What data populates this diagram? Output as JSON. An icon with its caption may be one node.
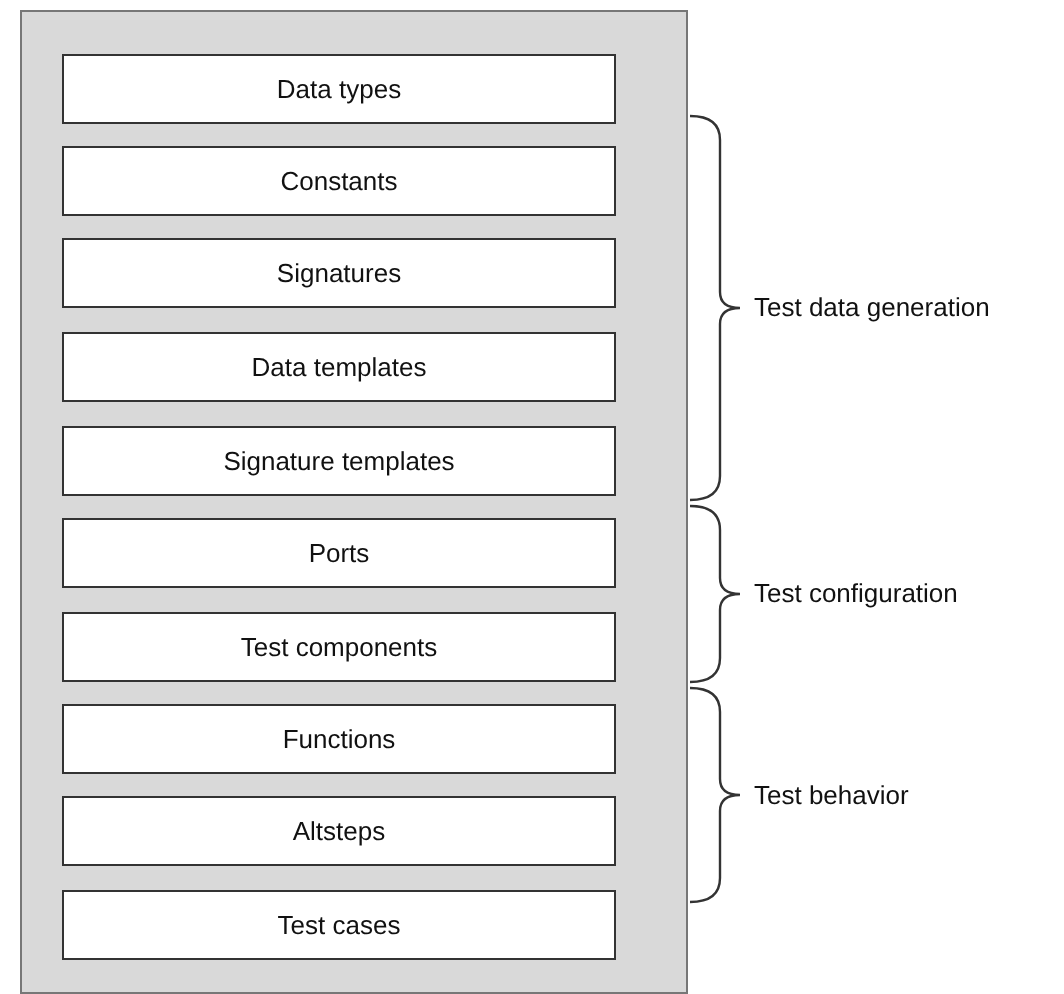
{
  "diagram": {
    "nodes": [
      {
        "text": [],
        "shape": "box"
      },
      {
        "text": [
          "Data types"
        ],
        "in": 0
      },
      {
        "text": [
          "Constants"
        ],
        "in": 0
      },
      {
        "text": [
          "Signatures"
        ],
        "in": 0
      },
      {
        "text": [
          "Data templates"
        ],
        "in": 0
      },
      {
        "text": [
          "Signature templates"
        ],
        "in": 0
      },
      {
        "text": [
          "Ports"
        ],
        "in": 0
      },
      {
        "text": [
          "Test components"
        ],
        "in": 0
      },
      {
        "text": [
          "Functions"
        ],
        "in": 0
      },
      {
        "text": [
          "Altsteps"
        ],
        "in": 0
      },
      {
        "text": [
          "Test cases"
        ],
        "in": 0
      }
    ],
    "labels": [
      "Test data generation",
      "Test configuration",
      "Test behavior"
    ]
  }
}
